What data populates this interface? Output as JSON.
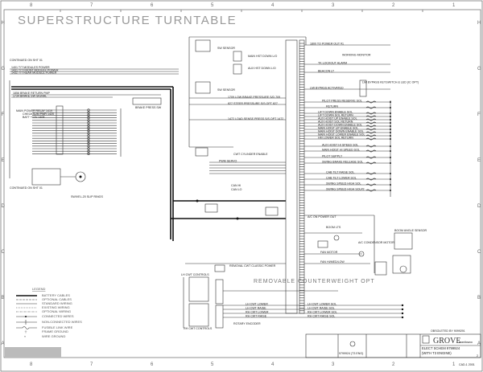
{
  "title": "SUPERSTRUCTURE TURNTABLE",
  "grid": {
    "columns": [
      "8",
      "7",
      "6",
      "5",
      "4",
      "3",
      "2",
      "1"
    ],
    "rows": [
      "H",
      "G",
      "F",
      "E",
      "D",
      "C",
      "B",
      "A"
    ]
  },
  "left": {
    "continued_top": "CONTINUED ON SHT 01",
    "continued_bottom": "CONTINUED ON SHT 01",
    "wires": [
      "1401 T/T MODULES POWER",
      "1431 T/T FRONT MODULE POWER",
      "1432 T/T REAR MODULE POWER",
      "1856 BRAKE RETURN PMP",
      "1734 BRAKE SW SIGNAL"
    ],
    "relays": [
      "MAIN POWER RELAY 1419",
      "CHECKSUM PWR 1420",
      "BATT +12V 1408"
    ],
    "slip_rings": "SWIVEL-20 SLIP RINGS",
    "brake_switch": "BRAKE PRESS SW"
  },
  "center": {
    "labels": [
      "SW SENSOR",
      "MAIN HST DOWN L/O",
      "AUX HST DOWN L/O",
      "SW SENSOR",
      "1709 LOW BRAKE PRESSURE S/D 709",
      "827 STEER PRESSURE S/S OPT 827",
      "1472 LOAD SENSE PRESS S/S OPT 1472",
      "CWT CYLINDER ENABLE",
      "PWM SERVO",
      "CAN HI",
      "CAN LO"
    ]
  },
  "right": {
    "labels": [
      "1800 TO POWER OUT #1",
      "WORKING MONITOR",
      "TK LOCKOUT ALARM",
      "BEACON LT",
      "LMI BYPASS ACTIVATED",
      "LMI BYPASS KEYSWITCH & LED (IC OPT)",
      "PILOT PRESS RESERVE SOL",
      "RETURN",
      "LIFT DOWN ENABLE SOL",
      "LIFT DOWN SOL RETURN",
      "AUX HOIST UP ENABLE SOL",
      "AUX HOIST SOL RETURN",
      "AUX HOIST DOWN ENABLE SOL",
      "MAIN HOIST UP ENABLE SOL",
      "MAIN HOIST DOWN ENABLE SOL",
      "MAIN HOIST LOWER ENABLE SOL",
      "HM LOWER SOL RETURN",
      "AUX HOIST HI SPEED SOL",
      "MAIN HOIST HI SPEED SOL",
      "PILOT SUPPLY",
      "SWING BRAKE RELEASE SOL",
      "CAB TILT RAISE SOL",
      "CAB TILT LOWER SOL",
      "SWING SPEED HIGH SOL",
      "SWING SPEED HIGH SOL#2"
    ]
  },
  "lower": {
    "labels": [
      "A/C ON POWER OUT",
      "BOOM LTS",
      "A/C CONDENSOR MOTOR",
      "FAN MOTOR",
      "FAN HI/MED/LOW",
      "REMOVAL CWT CLASSIC POWER",
      "LH CWT CONTROLS",
      "RH CWT CONTROLS",
      "LH CWT LOWER",
      "LH CWT RAISE",
      "RH CWT LOWER",
      "RH CWT RAISE",
      "ROTARY ENCODER",
      "LH CWT LOWER SOL",
      "LH CWT RAISE SOL",
      "RH CWT LOWER SOL",
      "RH CWT RAISE SOL",
      "BOOM ANGLE SENSOR"
    ],
    "section_title": "REMOVABLE COUNTERWEIGHT OPT"
  },
  "legend": {
    "title": "LEGEND",
    "items": [
      "BATTERY CABLES",
      "OPTIONAL CABLES",
      "STANDARD WIRING",
      "EXISTING WIRING",
      "OPTIONAL WIRING",
      "CONNECTED WIRES",
      "NON-CONNECTED WIRES",
      "FUSIBLE LINK WIRE",
      "FRAME GROUND",
      "WIRE GROUND"
    ]
  },
  "title_block": {
    "obsoleted": "OBSOLETED BY 9099291",
    "company": "GROVE",
    "company_sub": "manitowoc",
    "drawing_title": "ELECT SCHEM 9799924",
    "drawing_subtitle": "(WITH T3 ENGINE)",
    "drawing_number": "9799924 (T3 ENG)",
    "sheet": "2",
    "cad": "CAD-1 2001"
  }
}
